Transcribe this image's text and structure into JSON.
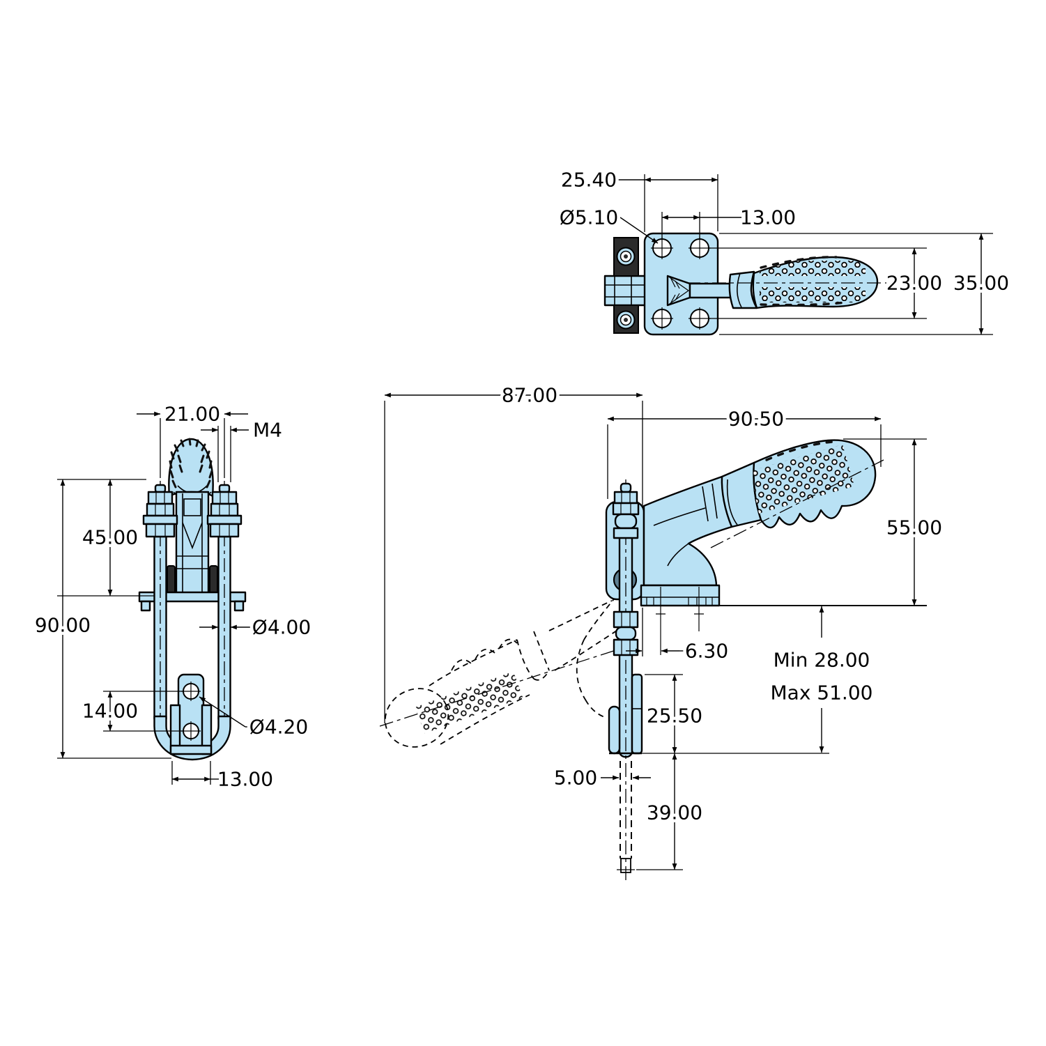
{
  "drawing": {
    "background": "#ffffff",
    "part_fill": "#b9e1f4",
    "line_color": "#000000",
    "views": {
      "top": {
        "dims": {
          "plate_width": "25.40",
          "hole_dia": "Ø5.10",
          "hole_pitch_x": "13.00",
          "hole_pitch_y": "23.00",
          "plate_depth": "35.00"
        }
      },
      "front": {
        "dims": {
          "width": "21.00",
          "thread": "M4",
          "upper_height": "45.00",
          "overall_height": "90.00",
          "rod_dia": "Ø4.00",
          "hole_pitch": "14.00",
          "hole_dia": "Ø4.20",
          "bracket_width": "13.00"
        }
      },
      "side": {
        "dims": {
          "reach": "87.00",
          "handle_length": "90.50",
          "height": "55.00",
          "hole_offset": "6.30",
          "range_min": "Min 28.00",
          "range_max": "Max 51.00",
          "hook_height": "25.50",
          "rod_dia": "5.00",
          "thread_length": "39.00"
        }
      }
    }
  }
}
